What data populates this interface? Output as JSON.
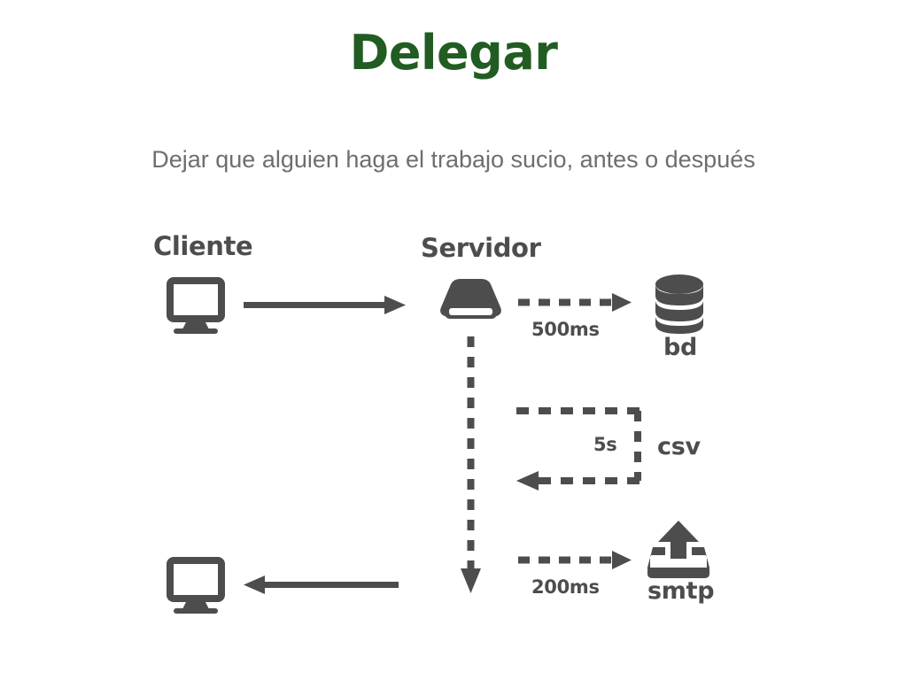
{
  "slide": {
    "title": "Delegar",
    "subtitle": "Dejar que alguien haga el trabajo sucio, antes o después",
    "title_color": "#215C22",
    "subtitle_color": "#6E6E6E",
    "background_color": "#FFFFFF",
    "diagram_color": "#4D4D4D"
  },
  "diagram": {
    "nodes": {
      "client_top": {
        "label": "Cliente",
        "icon": "monitor-icon"
      },
      "server": {
        "label": "Servidor",
        "icon": "server-icon"
      },
      "database": {
        "label": "bd",
        "icon": "database-icon"
      },
      "csv": {
        "label": "csv",
        "icon": "none"
      },
      "smtp": {
        "label": "smtp",
        "icon": "outbox-upload-icon"
      },
      "client_bottom": {
        "label": "",
        "icon": "monitor-icon"
      }
    },
    "edges": [
      {
        "id": "client-to-server",
        "label": "",
        "style": "solid",
        "direction": "right"
      },
      {
        "id": "server-to-bd",
        "label": "500ms",
        "style": "dashed",
        "direction": "right"
      },
      {
        "id": "server-csv-loop",
        "label": "5s",
        "style": "dashed",
        "direction": "loop-return-left"
      },
      {
        "id": "server-to-smtp",
        "label": "200ms",
        "style": "dashed",
        "direction": "right"
      },
      {
        "id": "server-down",
        "label": "",
        "style": "dashed",
        "direction": "down"
      },
      {
        "id": "server-to-client",
        "label": "",
        "style": "solid",
        "direction": "left"
      }
    ],
    "latency_labels": {
      "bd": "500ms",
      "csv": "5s",
      "smtp": "200ms"
    }
  }
}
